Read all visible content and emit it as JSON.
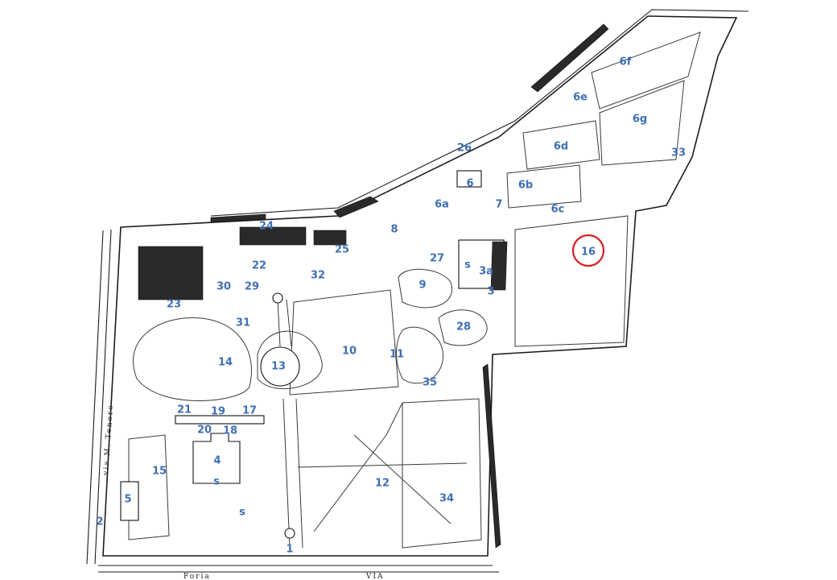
{
  "colors": {
    "label": "#3f6fb5",
    "highlight": "#d62020",
    "ink": "#1c1c1c"
  },
  "streets": {
    "west": "via M. Tenore",
    "south_left": "Foria",
    "south_right": "VIA"
  },
  "labels": [
    {
      "id": "1",
      "text": "1"
    },
    {
      "id": "2",
      "text": "2"
    },
    {
      "id": "3",
      "text": "3"
    },
    {
      "id": "3a",
      "text": "3a"
    },
    {
      "id": "4",
      "text": "4"
    },
    {
      "id": "5",
      "text": "5"
    },
    {
      "id": "6",
      "text": "6"
    },
    {
      "id": "6a",
      "text": "6a"
    },
    {
      "id": "6b",
      "text": "6b"
    },
    {
      "id": "6c",
      "text": "6c"
    },
    {
      "id": "6d",
      "text": "6d"
    },
    {
      "id": "6e",
      "text": "6e"
    },
    {
      "id": "6f",
      "text": "6f"
    },
    {
      "id": "6g",
      "text": "6g"
    },
    {
      "id": "7",
      "text": "7"
    },
    {
      "id": "8",
      "text": "8"
    },
    {
      "id": "9",
      "text": "9"
    },
    {
      "id": "10",
      "text": "10"
    },
    {
      "id": "11",
      "text": "11"
    },
    {
      "id": "12",
      "text": "12"
    },
    {
      "id": "13",
      "text": "13"
    },
    {
      "id": "14",
      "text": "14"
    },
    {
      "id": "15",
      "text": "15"
    },
    {
      "id": "16",
      "text": "16",
      "highlighted": true
    },
    {
      "id": "17",
      "text": "17"
    },
    {
      "id": "18",
      "text": "18"
    },
    {
      "id": "19",
      "text": "19"
    },
    {
      "id": "20",
      "text": "20"
    },
    {
      "id": "21",
      "text": "21"
    },
    {
      "id": "22",
      "text": "22"
    },
    {
      "id": "23",
      "text": "23"
    },
    {
      "id": "24",
      "text": "24"
    },
    {
      "id": "25",
      "text": "25"
    },
    {
      "id": "26",
      "text": "26"
    },
    {
      "id": "27",
      "text": "27"
    },
    {
      "id": "28",
      "text": "28"
    },
    {
      "id": "29",
      "text": "29"
    },
    {
      "id": "30",
      "text": "30"
    },
    {
      "id": "31",
      "text": "31"
    },
    {
      "id": "32",
      "text": "32"
    },
    {
      "id": "33",
      "text": "33"
    },
    {
      "id": "34",
      "text": "34"
    },
    {
      "id": "35",
      "text": "35"
    },
    {
      "id": "s1",
      "text": "s"
    },
    {
      "id": "s2",
      "text": "s"
    },
    {
      "id": "s3",
      "text": "s"
    }
  ]
}
